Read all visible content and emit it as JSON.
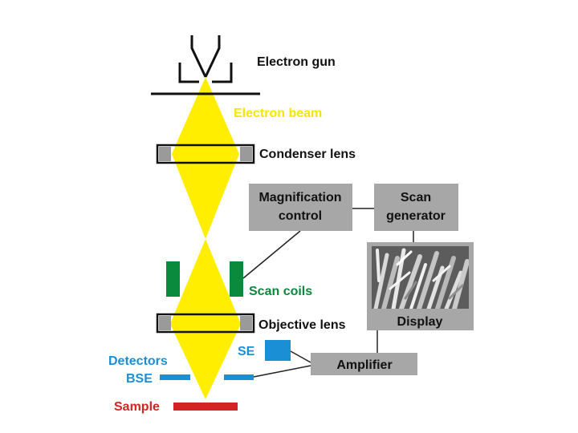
{
  "labels": {
    "electron_gun": "Electron gun",
    "electron_beam": "Electron beam",
    "condenser_lens": "Condenser lens",
    "magnification_control_line1": "Magnification",
    "magnification_control_line2": "control",
    "scan_generator_line1": "Scan",
    "scan_generator_line2": "generator",
    "scan_coils": "Scan coils",
    "objective_lens": "Objective lens",
    "display": "Display",
    "se": "SE",
    "detectors": "Detectors",
    "bse": "BSE",
    "amplifier": "Amplifier",
    "sample": "Sample"
  },
  "colors": {
    "beam": "#ffee00",
    "beam_label": "#f5e600",
    "coils": "#0a8a3c",
    "detectors": "#1b8fd6",
    "sample": "#d42323",
    "box_fill": "#a7a7a7",
    "lens_gray": "#9a9a9a",
    "text": "#111111"
  }
}
